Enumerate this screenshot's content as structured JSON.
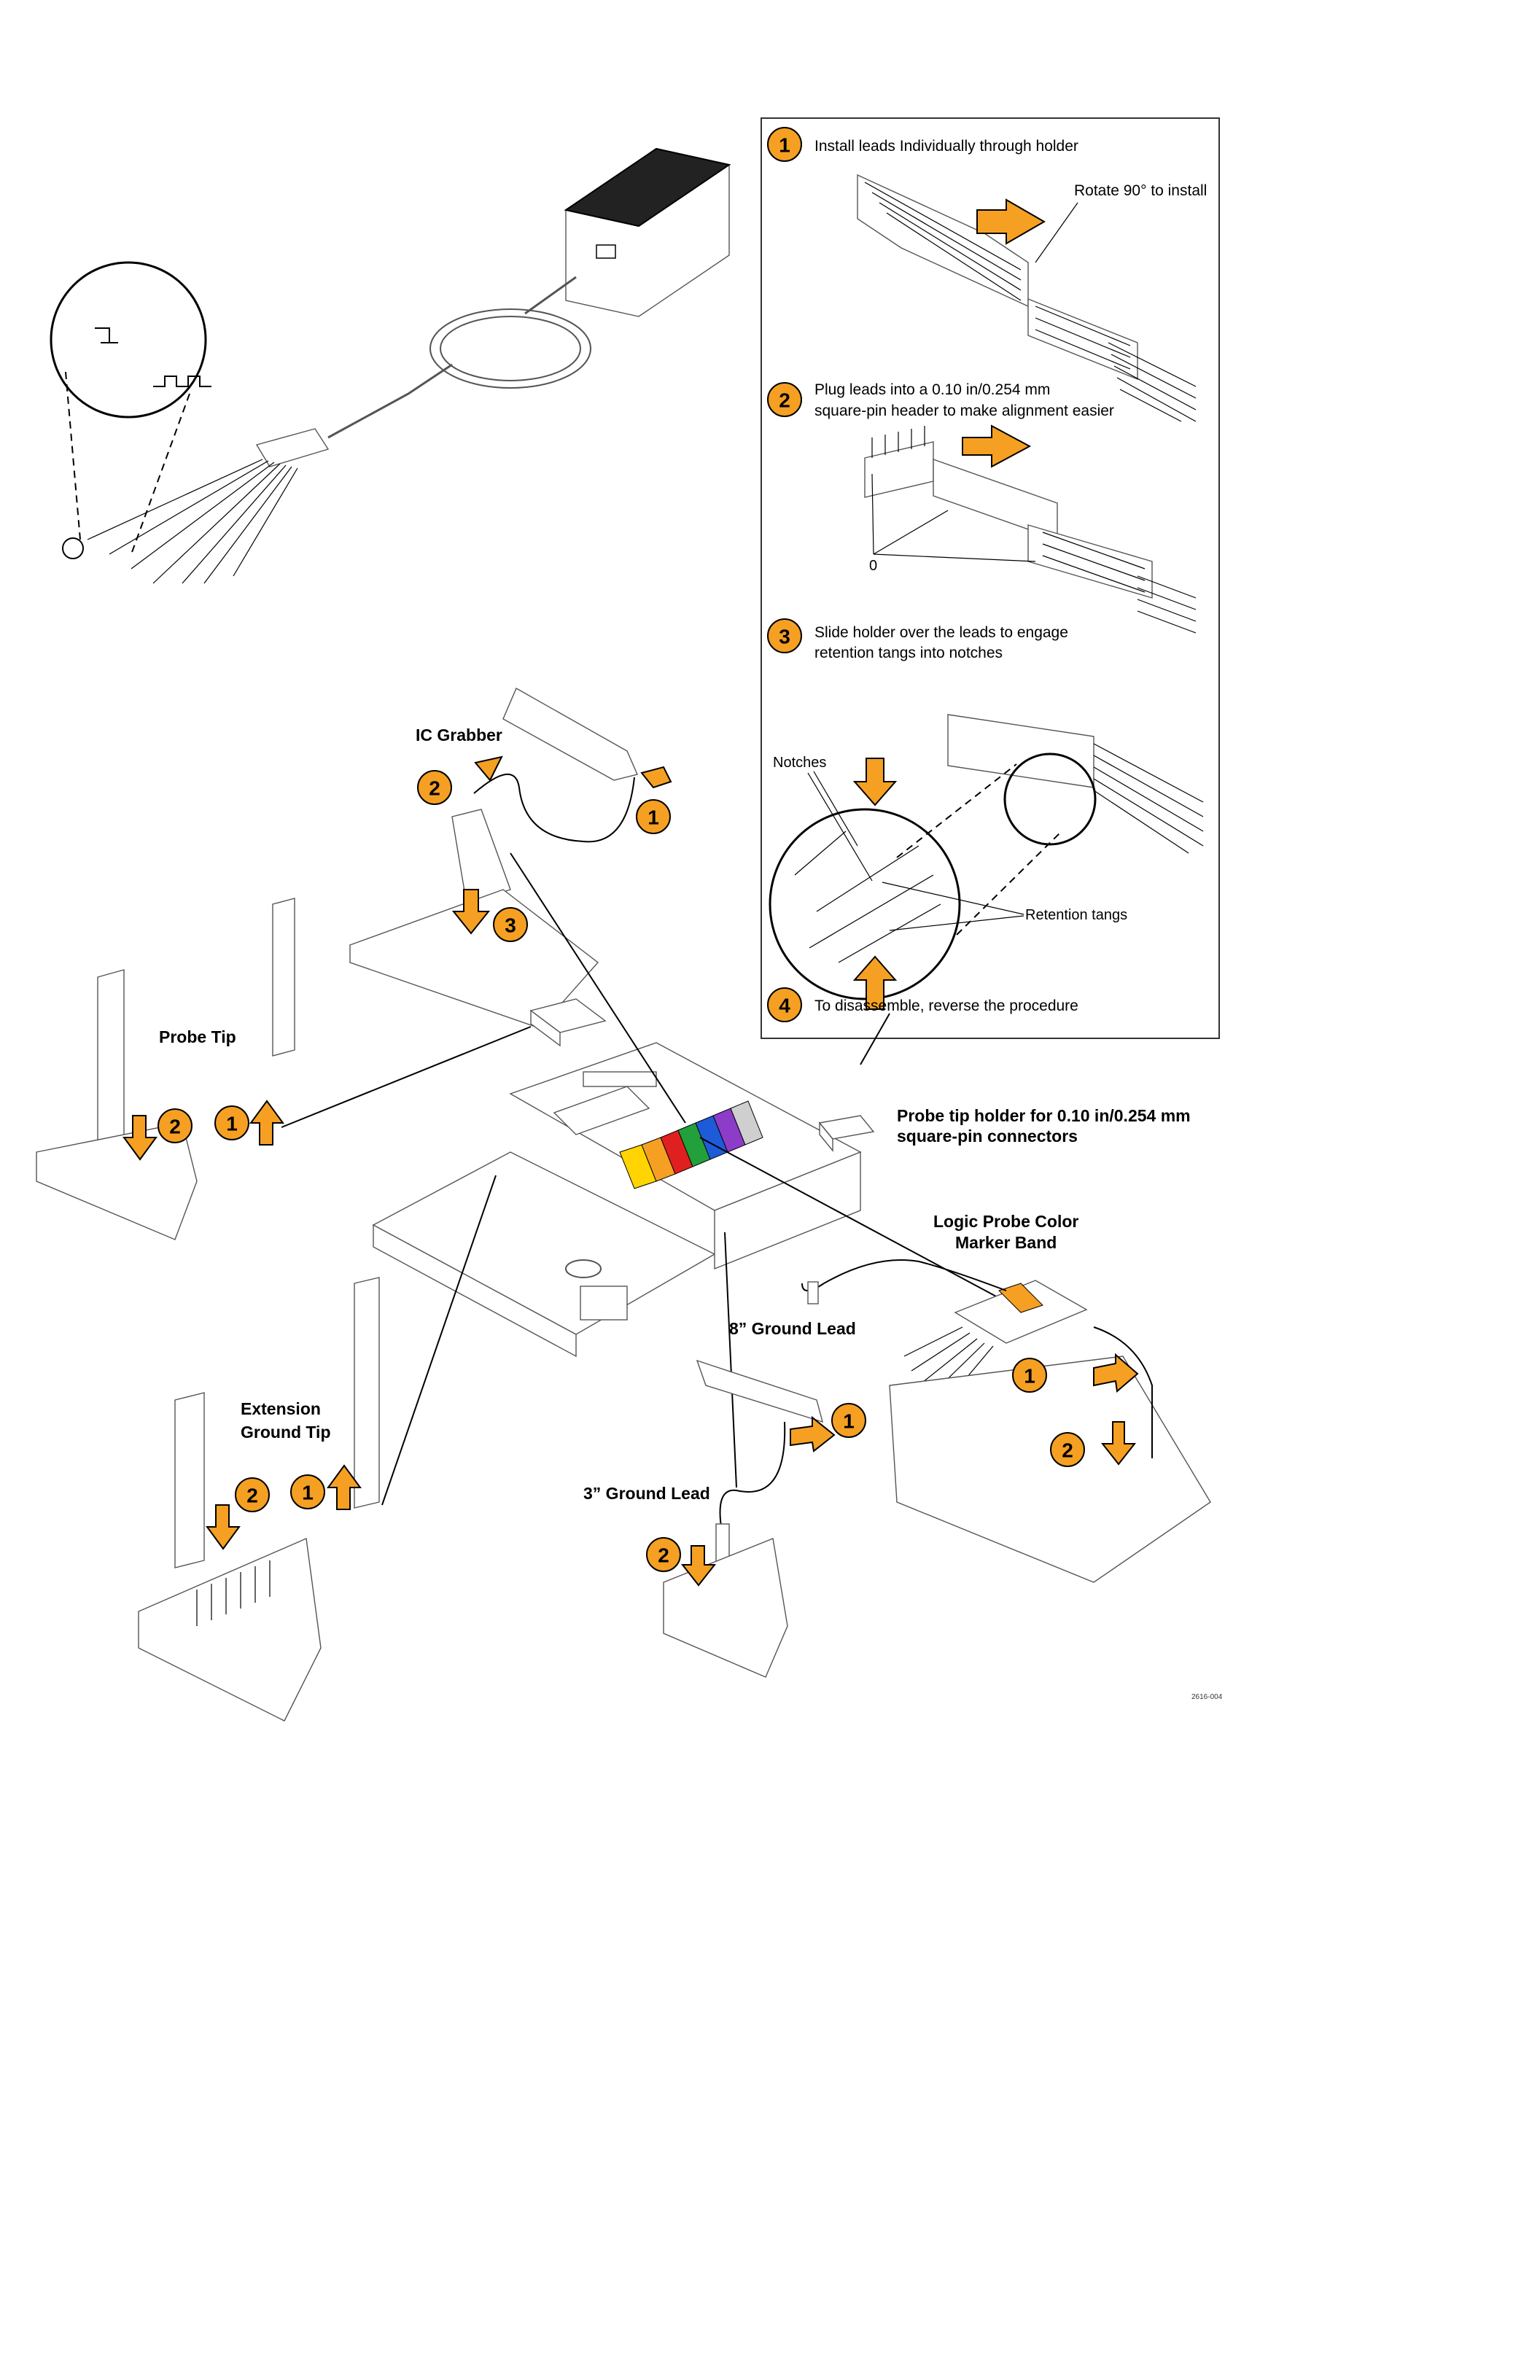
{
  "colors": {
    "accent": "#F5A023",
    "ink": "#000000"
  },
  "labels": {
    "ic_grabber": "IC Grabber",
    "probe_tip": "Probe Tip",
    "extension_ground_tip_1": "Extension",
    "extension_ground_tip_2": "Ground Tip",
    "holder_1": "Probe tip holder for 0.10 in/0.254 mm",
    "holder_2": "square-pin connectors",
    "color_band_1": "Logic Probe Color",
    "color_band_2": "Marker Band",
    "ground_lead_8": "8” Ground Lead",
    "ground_lead_3": "3” Ground Lead",
    "part_number": "2616-004"
  },
  "panel": {
    "steps": [
      {
        "num": "1",
        "line1": "Install leads Individually through holder",
        "line2": ""
      },
      {
        "num": "2",
        "line1": "Plug leads into a 0.10 in/0.254 mm",
        "line2": "square-pin header to make alignment easier"
      },
      {
        "num": "3",
        "line1": "Slide holder over the leads to engage",
        "line2": "retention tangs into notches"
      },
      {
        "num": "4",
        "line1": "To disassemble, reverse the procedure",
        "line2": ""
      }
    ],
    "rotate_note": "Rotate 90° to install",
    "zero_mark": "0",
    "notches": "Notches",
    "retention_tangs": "Retention tangs"
  },
  "badges": {
    "ic_1": "1",
    "ic_2": "2",
    "ic_3": "3",
    "pt_1": "1",
    "pt_2": "2",
    "ext_1": "1",
    "ext_2": "2",
    "g3_2": "2",
    "g8_1": "1",
    "cb_1": "1",
    "cb_2": "2"
  }
}
